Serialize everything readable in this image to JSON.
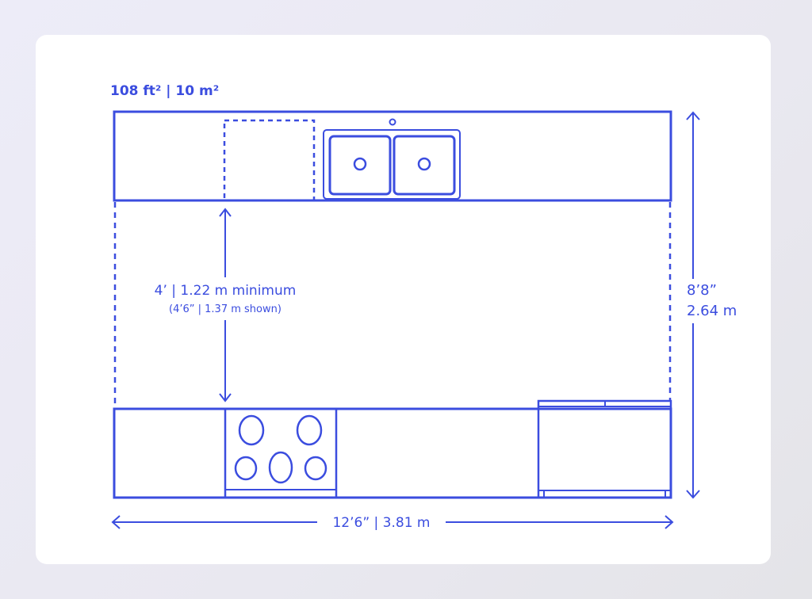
{
  "area_label": "108 ft² | 10 m²",
  "clearance": {
    "primary": "4’ | 1.22 m minimum",
    "secondary": "(4’6” | 1.37 m shown)"
  },
  "depth": {
    "imperial": "8’8”",
    "metric": "2.64 m"
  },
  "width": "12’6” | 3.81 m",
  "colors": {
    "line": "#3b4ddf",
    "card": "#ffffff",
    "background": "#ecebf5"
  }
}
